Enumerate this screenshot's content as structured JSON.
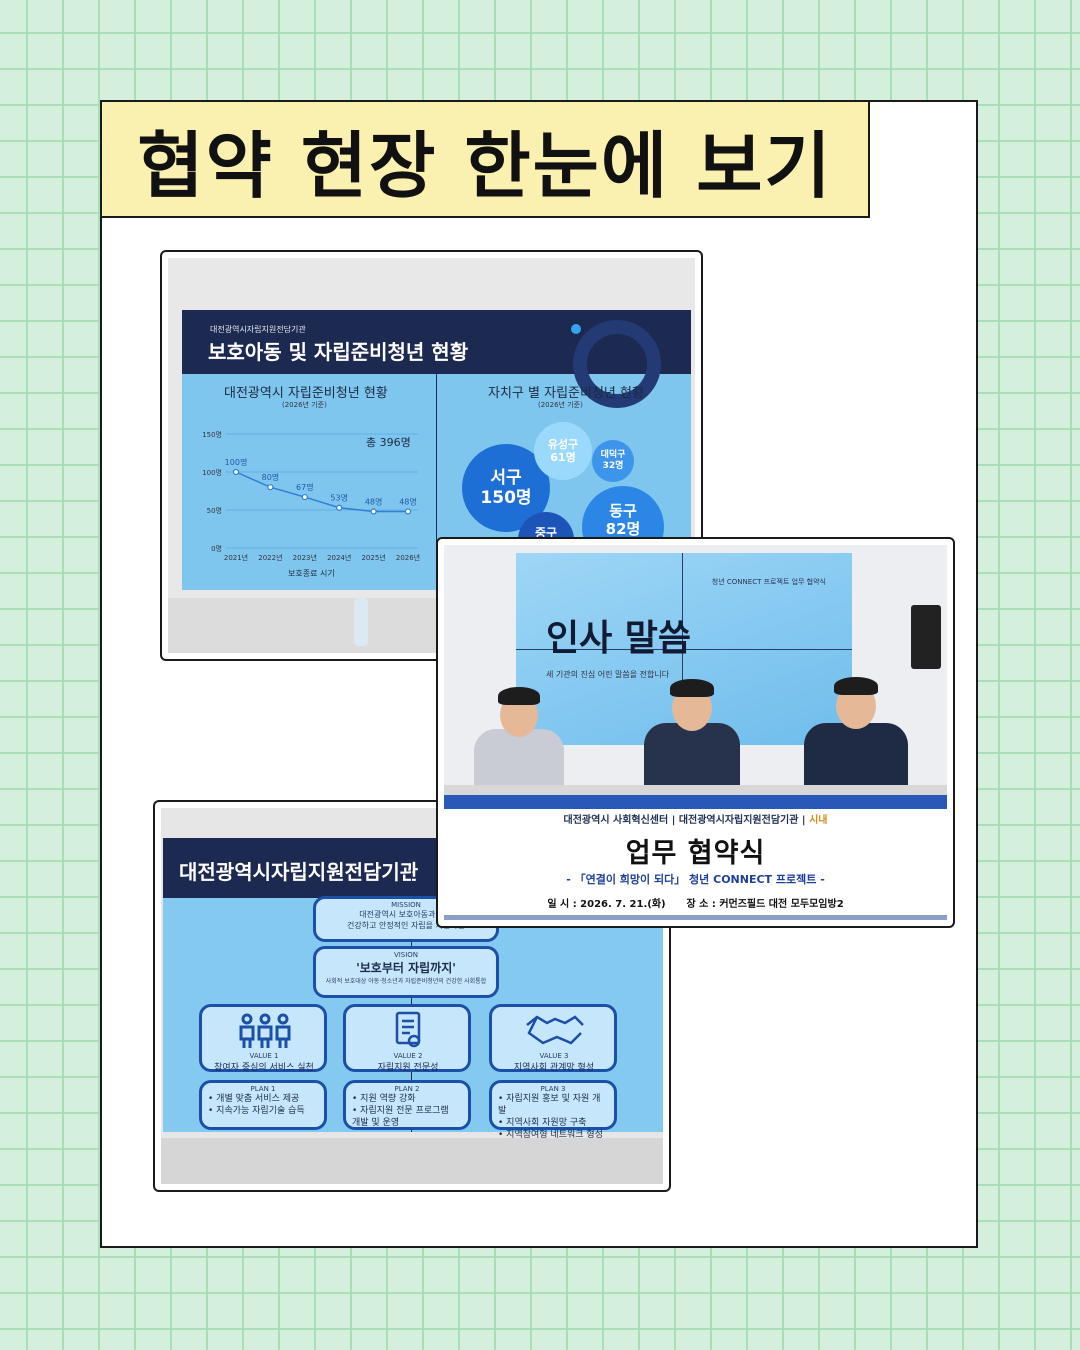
{
  "header": {
    "title": "협약 현장 한눈에 보기"
  },
  "photo1": {
    "org": "대전광역시자립지원전담기관",
    "title": "보호아동 및 자립준비청년 현황",
    "left_subtitle": "대전광역시 자립준비청년 현황",
    "left_note": "(2026년 기준)",
    "right_subtitle": "자치구 별 자립준비청년 현황",
    "right_note": "(2026년 기준)",
    "total": "총 396명",
    "x_axis_title": "보호종료 시기",
    "districts": [
      {
        "name": "서구",
        "count": "150명"
      },
      {
        "name": "유성구",
        "count": "61명"
      },
      {
        "name": "대덕구",
        "count": "32명"
      },
      {
        "name": "동구",
        "count": "82명"
      },
      {
        "name": "중구",
        "count": ""
      }
    ]
  },
  "chart_data": {
    "type": "line",
    "title": "대전광역시 자립준비청년 현황",
    "x": [
      "2021년",
      "2022년",
      "2023년",
      "2024년",
      "2025년",
      "2026년"
    ],
    "values": [
      100,
      80,
      67,
      53,
      48,
      48
    ],
    "data_labels": [
      "100명",
      "80명",
      "67명",
      "53명",
      "48명",
      "48명"
    ],
    "y_ticks": [
      "0명",
      "50명",
      "100명",
      "150명"
    ],
    "ylim": [
      0,
      150
    ],
    "xlabel": "보호종료 시기",
    "grid": true,
    "color": "#2f7fd6"
  },
  "photo2": {
    "slide_title": "인사 말씀",
    "slide_subtitle": "세 기관의 진심 어린 말씀을 전합니다",
    "slide_project": "청년 CONNECT 프로젝트 업무 협약식",
    "banner_org1": "대전광역시 사회혁신센터",
    "banner_org2": "대전광역시자립지원전담기관",
    "banner_org3": "시내",
    "banner_title": "업무 협약식",
    "banner_subtitle": "- 「연결이 희망이 되다」 청년 CONNECT 프로젝트 -",
    "banner_info": "일 시 : 2026. 7. 21.(화)      장 소 : 커먼즈필드 대전 모두모임방2"
  },
  "photo3": {
    "title": "대전광역시자립지원전담기관",
    "mission_label": "MISSION",
    "mission_text_1": "대전광역시 보호아동과 자립",
    "mission_text_2": "건강하고 안정적인 자립을 지원하는",
    "vision_label": "VISION",
    "vision_text": "'보호부터 자립까지'",
    "vision_sub": "사회적 보호대상 아동·청소년과 자립준비청년의 건강한 사회통합",
    "values": [
      {
        "label": "VALUE 1",
        "text": "참여자 중심의 서비스 실천"
      },
      {
        "label": "VALUE 2",
        "text": "자립지원 전문성"
      },
      {
        "label": "VALUE 3",
        "text": "지역사회 관계망 형성"
      }
    ],
    "plans": [
      {
        "label": "PLAN 1",
        "items": [
          "• 개별 맞춤 서비스 제공",
          "• 지속가능 자립기술 습득"
        ]
      },
      {
        "label": "PLAN 2",
        "items": [
          "• 지원 역량 강화",
          "• 자립지원 전문 프로그램",
          "  개발 및 운영"
        ]
      },
      {
        "label": "PLAN 3",
        "items": [
          "• 자립지원 홍보 및 자원 개발",
          "• 지역사회 자원망 구축",
          "• 지역참여형 네트워크 형성"
        ]
      }
    ]
  },
  "colors": {
    "accent_yellow": "#faf0b0",
    "grid_green": "#d4f0dc",
    "navy": "#1c2a52",
    "blue": "#1b4fa8"
  }
}
